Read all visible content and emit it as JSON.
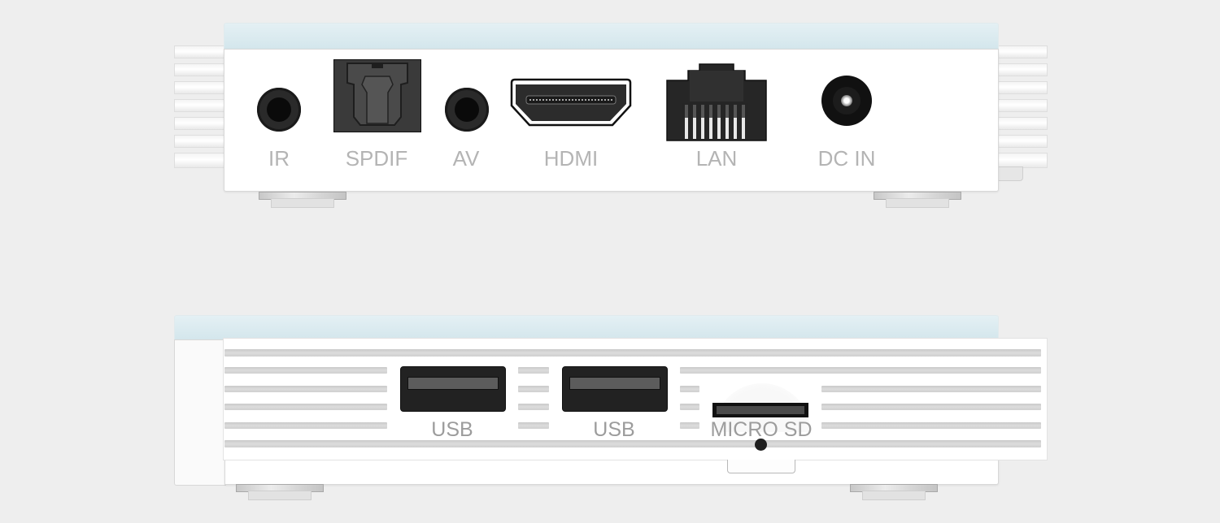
{
  "rear_panel": {
    "ports": [
      {
        "id": "ir",
        "label": "IR",
        "type": "3.5mm-jack"
      },
      {
        "id": "spdif",
        "label": "SPDIF",
        "type": "optical-toslink"
      },
      {
        "id": "av",
        "label": "AV",
        "type": "3.5mm-jack"
      },
      {
        "id": "hdmi",
        "label": "HDMI",
        "type": "hdmi"
      },
      {
        "id": "lan",
        "label": "LAN",
        "type": "rj45"
      },
      {
        "id": "dc_in",
        "label": "DC IN",
        "type": "barrel-jack"
      }
    ]
  },
  "side_panel": {
    "ports": [
      {
        "id": "usb1",
        "label": "USB",
        "type": "usb-a"
      },
      {
        "id": "usb2",
        "label": "USB",
        "type": "usb-a"
      },
      {
        "id": "microsd",
        "label": "MICRO SD",
        "type": "microsd-slot"
      }
    ]
  },
  "colors": {
    "background": "#eeeeee",
    "body": "#ffffff",
    "top_cap": "#d8e9ee",
    "port_black": "#222222",
    "label_gray": "#b4b4b4"
  }
}
